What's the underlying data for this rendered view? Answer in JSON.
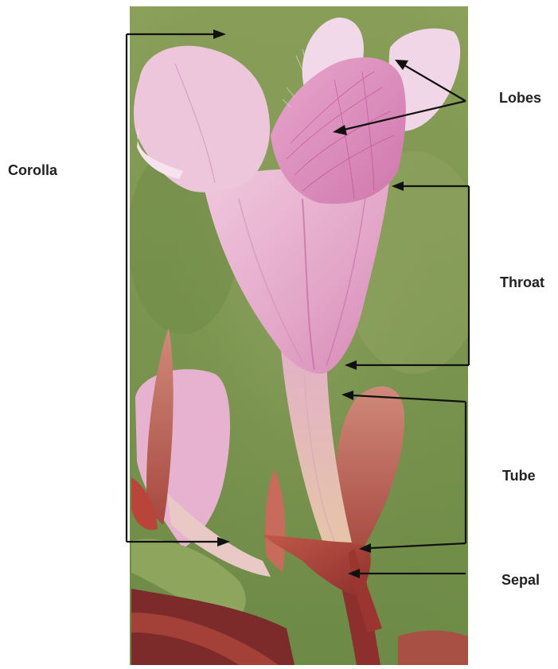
{
  "diagram": {
    "labels": {
      "corolla": "Corolla",
      "lobes": "Lobes",
      "throat": "Throat",
      "tube": "Tube",
      "sepal": "Sepal"
    }
  },
  "colors": {
    "background_green": "#7f9a55",
    "petal_pink": "#e9b2d2",
    "petal_light": "#f4d8e8",
    "vein_magenta": "#c55595",
    "stem_red": "#9c3a34",
    "sepal_red": "#b24c3c",
    "leaf_green": "#8aa45a",
    "arrow": "#111111"
  }
}
